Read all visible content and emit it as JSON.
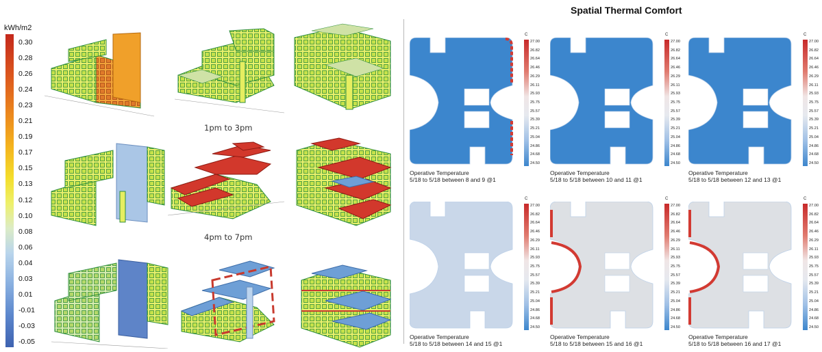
{
  "legend": {
    "unit": "kWh/m2",
    "ticks": [
      "0.30",
      "0.28",
      "0.26",
      "0.24",
      "0.23",
      "0.21",
      "0.19",
      "0.17",
      "0.15",
      "0.13",
      "0.12",
      "0.10",
      "0.08",
      "0.06",
      "0.04",
      "0.03",
      "0.01",
      "-0.01",
      "-0.03",
      "-0.05"
    ]
  },
  "captions": {
    "row2": "1pm to 3pm",
    "row3": "4pm to 7pm"
  },
  "right_title": "Spatial Thermal Comfort",
  "scale": {
    "unit": "C",
    "ticks": [
      "27.00",
      "26.82",
      "26.64",
      "26.46",
      "26.29",
      "26.11",
      "25.93",
      "25.75",
      "25.57",
      "25.39",
      "25.21",
      "25.04",
      "24.86",
      "24.68",
      "24.50"
    ]
  },
  "panels": [
    {
      "title": "Operative Temperature",
      "sub": "5/18 to 5/18 between 8 and 9 @1",
      "fill": "#3c86cd",
      "edge": "right"
    },
    {
      "title": "Operative Temperature",
      "sub": "5/18 to 5/18 between 10 and 11 @1",
      "fill": "#3c86cd",
      "edge": "none"
    },
    {
      "title": "Operative Temperature",
      "sub": "5/18 to 5/18 between 12 and 13 @1",
      "fill": "#3c86cd",
      "edge": "none"
    },
    {
      "title": "Operative Temperature",
      "sub": "5/18 to 5/18 between 14 and 15 @1",
      "fill": "#c9d7e9",
      "edge": "none"
    },
    {
      "title": "Operative Temperature",
      "sub": "5/18 to 5/18 between 15 and 16 @1",
      "fill": "#dde0e4",
      "edge": "left"
    },
    {
      "title": "Operative Temperature",
      "sub": "5/18 to 5/18 between 16 and 17 @1",
      "fill": "#dde0e4",
      "edge": "left"
    }
  ],
  "colors": {
    "hot": "#d23a32",
    "cool": "#3c86cd",
    "glass": "#e8f06a",
    "gridline": "#2e8c3a"
  }
}
